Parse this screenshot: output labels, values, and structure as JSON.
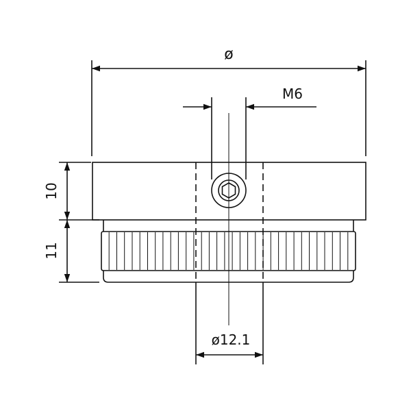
{
  "drawing": {
    "dimensions": {
      "overall_diameter": "ø",
      "thread": "M6",
      "upper_height": "10",
      "lower_height": "11",
      "bore_diameter": "ø12.1"
    },
    "colors": {
      "line": "#111111",
      "background": "#ffffff"
    },
    "knurl_rib_count": 33
  }
}
